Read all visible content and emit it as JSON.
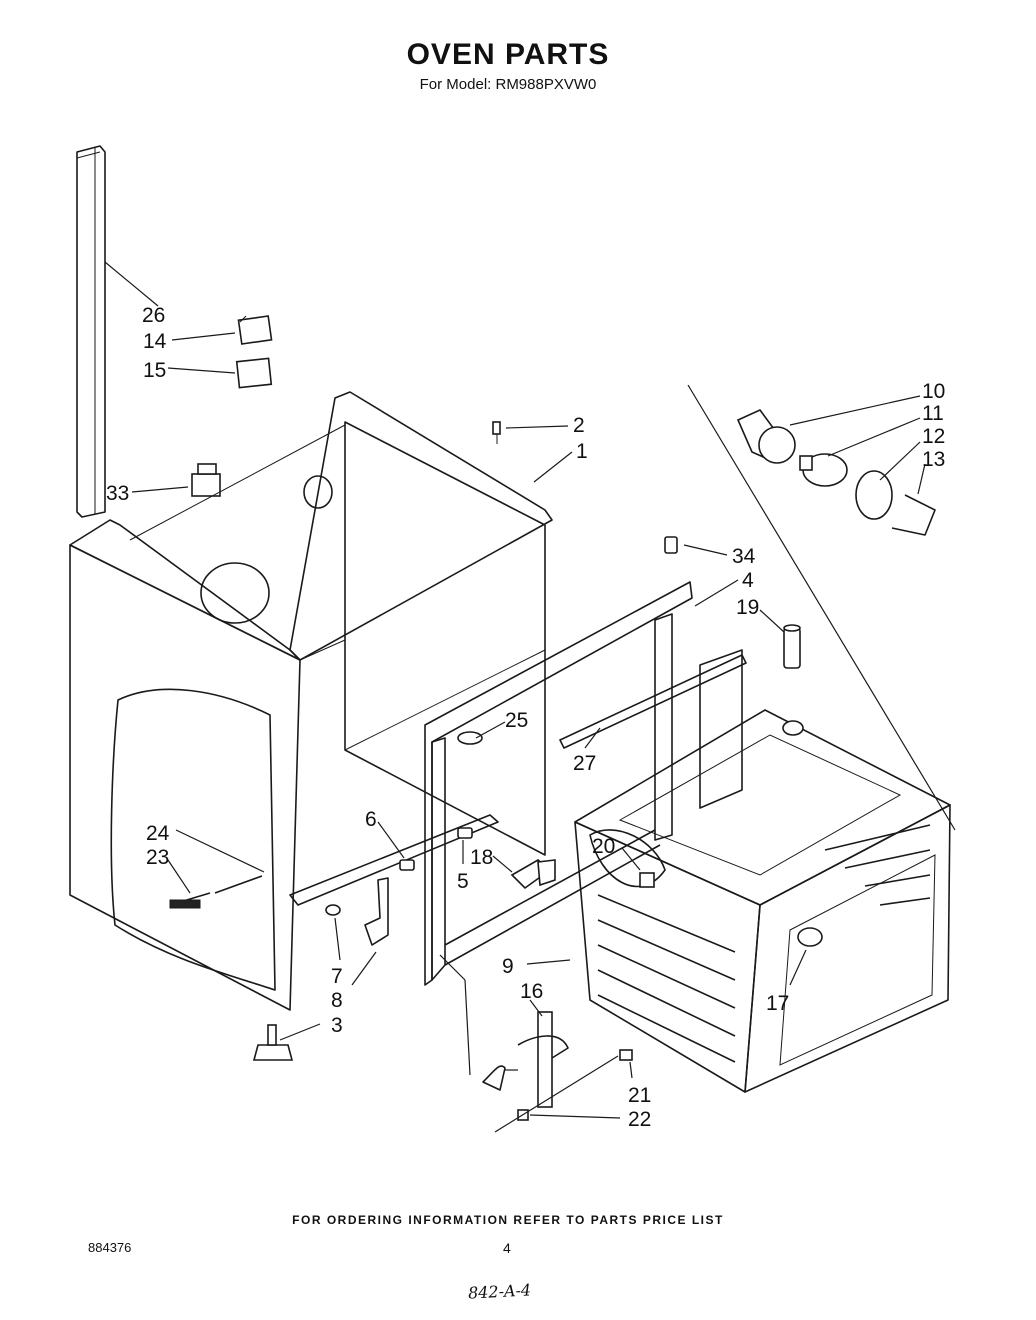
{
  "header": {
    "title": "OVEN PARTS",
    "subtitle": "For Model: RM988PXVW0"
  },
  "callouts": [
    "26",
    "14",
    "15",
    "33",
    "2",
    "1",
    "10",
    "11",
    "12",
    "13",
    "34",
    "4",
    "19",
    "25",
    "27",
    "24",
    "23",
    "6",
    "18",
    "5",
    "20",
    "7",
    "8",
    "3",
    "9",
    "16",
    "17",
    "21",
    "22"
  ],
  "footer": {
    "note": "FOR ORDERING INFORMATION REFER TO PARTS PRICE LIST",
    "doc_number": "884376",
    "page_number": "4",
    "handwritten": "842-A-4"
  }
}
